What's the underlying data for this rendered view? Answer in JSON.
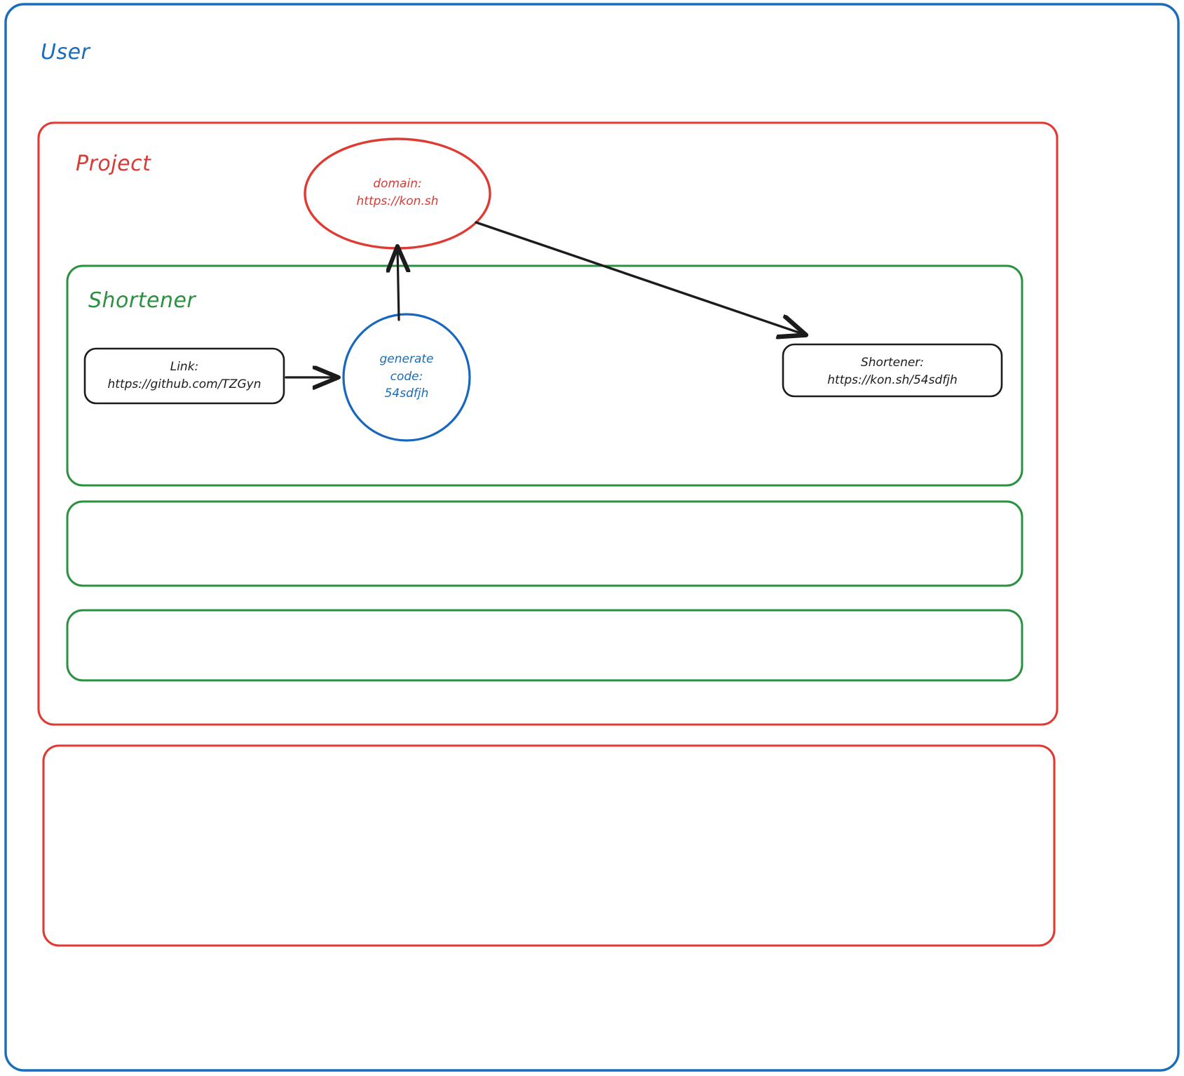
{
  "diagram": {
    "type": "excalidraw-style-architecture-diagram",
    "background": "#ffffff",
    "colors": {
      "user_blue": "#1a6dba",
      "project_red": "#d93a35",
      "shortener_green": "#2a9141",
      "node_black": "#1c1c1c"
    },
    "containers": {
      "user": {
        "label": "User",
        "border_color": "#1a6dba"
      },
      "project": {
        "label": "Project",
        "border_color": "#d93a35"
      },
      "shortener": {
        "label": "Shortener",
        "border_color": "#2a9141"
      },
      "empty_green_box_1": {
        "label": "",
        "border_color": "#2a9141"
      },
      "empty_green_box_2": {
        "label": "",
        "border_color": "#2a9141"
      },
      "empty_red_box": {
        "label": "",
        "border_color": "#d93a35"
      }
    },
    "nodes": {
      "domain_ellipse": {
        "shape": "ellipse",
        "color": "#d93a35",
        "line1": "domain:",
        "line2": "https://kon.sh"
      },
      "link_box": {
        "shape": "rounded-rect",
        "color": "#1c1c1c",
        "line1": "Link:",
        "line2": "https://github.com/TZGyn"
      },
      "generate_circle": {
        "shape": "circle",
        "color": "#1a6dba",
        "line1": "generate",
        "line2": "code:",
        "line3": "54sdfjh"
      },
      "shortener_result_box": {
        "shape": "rounded-rect",
        "color": "#1c1c1c",
        "line1": "Shortener:",
        "line2": "https://kon.sh/54sdfjh"
      }
    },
    "edges": [
      {
        "from": "link_box",
        "to": "generate_circle",
        "style": "solid-arrow",
        "direction": "right"
      },
      {
        "from": "generate_circle",
        "to": "domain_ellipse",
        "style": "solid-arrow",
        "direction": "up"
      },
      {
        "from": "domain_ellipse",
        "to": "shortener_result_box",
        "style": "solid-arrow",
        "direction": "down-right"
      }
    ]
  }
}
